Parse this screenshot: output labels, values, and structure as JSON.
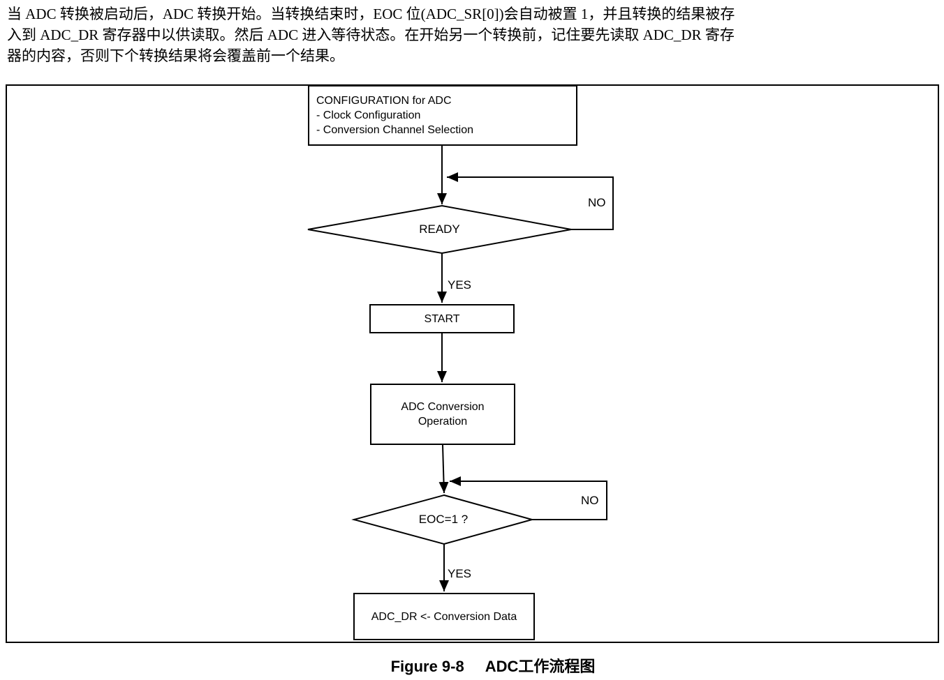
{
  "document": {
    "paragraph_lines": [
      "当 ADC 转换被启动后，ADC 转换开始。当转换结束时，EOC 位(ADC_SR[0])会自动被置 1，并且转换的结果被存",
      "入到 ADC_DR 寄存器中以供读取。然后 ADC 进入等待状态。在开始另一个转换前，记住要先读取 ADC_DR 寄存",
      "器的内容，否则下个转换结果将会覆盖前一个结果。"
    ],
    "caption": {
      "label": "Figure 9-8",
      "title": "ADC工作流程图"
    }
  },
  "flowchart": {
    "nodes": {
      "configuration": {
        "type": "process",
        "lines": [
          "CONFIGURATION for ADC",
          "- Clock Configuration",
          "- Conversion Channel Selection"
        ]
      },
      "ready": {
        "type": "decision",
        "label": "READY"
      },
      "start": {
        "type": "process",
        "label": "START"
      },
      "conversion": {
        "type": "process",
        "lines": [
          "ADC Conversion",
          "Operation"
        ]
      },
      "eoc": {
        "type": "decision",
        "label": "EOC=1 ?"
      },
      "store_result": {
        "type": "process",
        "label": "ADC_DR <- Conversion Data"
      }
    },
    "branch_labels": {
      "ready_yes": "YES",
      "ready_no": "NO",
      "eoc_yes": "YES",
      "eoc_no": "NO"
    },
    "edges": [
      "configuration -> ready",
      "ready -NO-> ready (loop back)",
      "ready -YES-> start",
      "start -> conversion",
      "conversion -> eoc",
      "eoc -NO-> eoc (loop back)",
      "eoc -YES-> store_result"
    ],
    "colors": {
      "line": "#000000",
      "node_fill": "#ffffff",
      "text": "#000000",
      "background": "#ffffff"
    }
  }
}
